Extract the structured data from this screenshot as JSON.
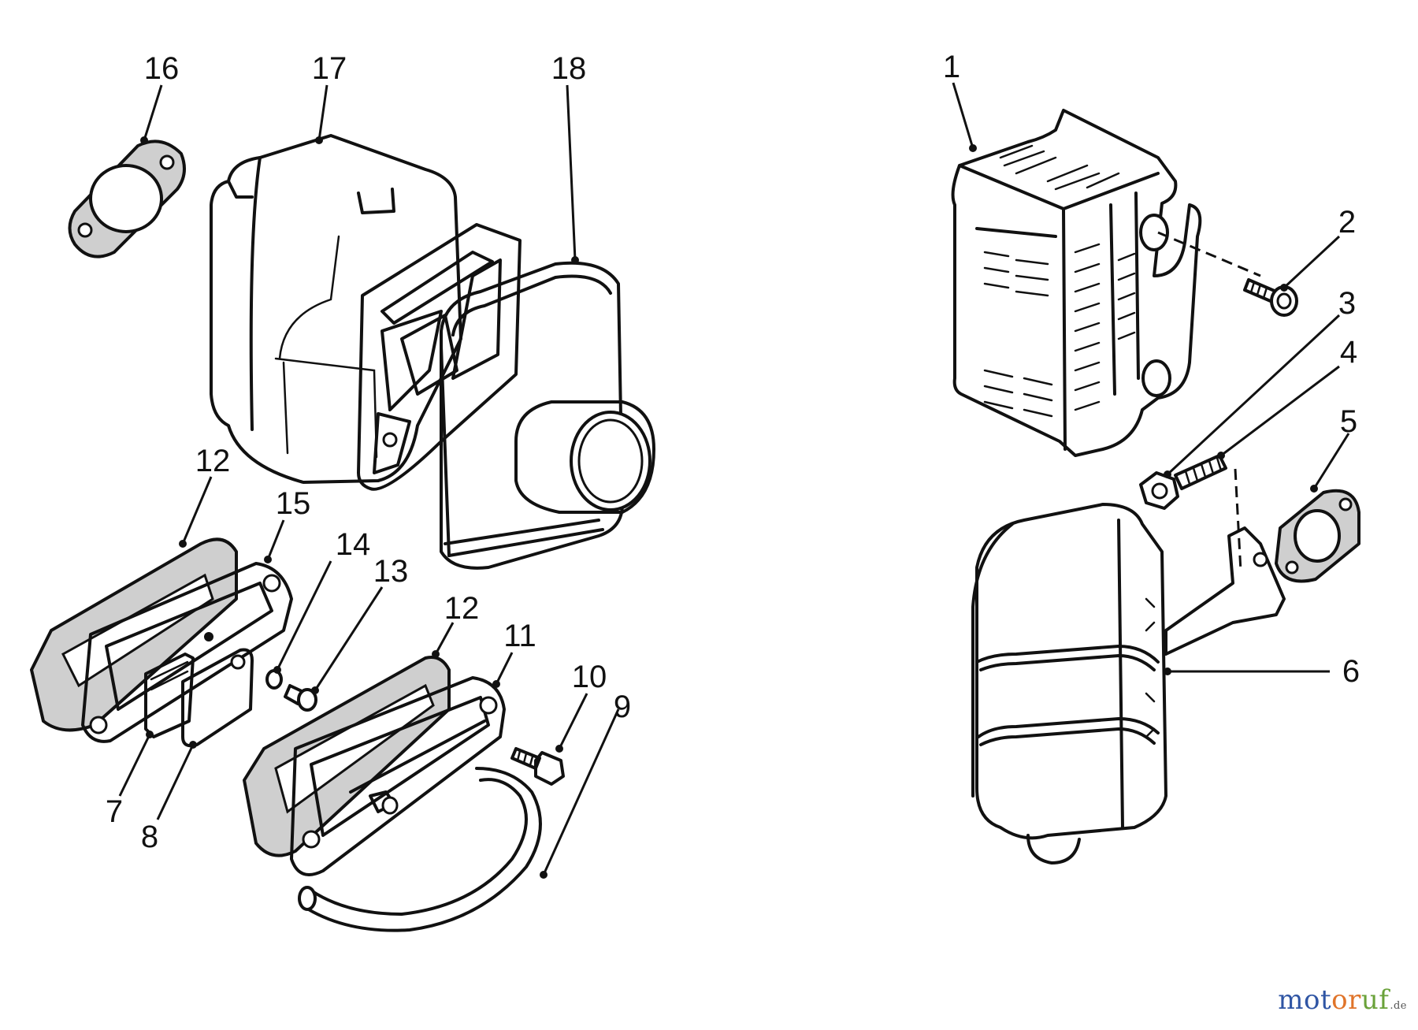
{
  "diagram": {
    "callouts": [
      {
        "id": "1",
        "label": "1"
      },
      {
        "id": "2",
        "label": "2"
      },
      {
        "id": "3",
        "label": "3"
      },
      {
        "id": "4",
        "label": "4"
      },
      {
        "id": "5",
        "label": "5"
      },
      {
        "id": "6",
        "label": "6"
      },
      {
        "id": "7",
        "label": "7"
      },
      {
        "id": "8",
        "label": "8"
      },
      {
        "id": "9",
        "label": "9"
      },
      {
        "id": "10",
        "label": "10"
      },
      {
        "id": "11",
        "label": "11"
      },
      {
        "id": "12a",
        "label": "12"
      },
      {
        "id": "12b",
        "label": "12"
      },
      {
        "id": "13",
        "label": "13"
      },
      {
        "id": "14",
        "label": "14"
      },
      {
        "id": "15",
        "label": "15"
      },
      {
        "id": "16",
        "label": "16"
      },
      {
        "id": "17",
        "label": "17"
      },
      {
        "id": "18",
        "label": "18"
      }
    ]
  },
  "watermark": {
    "part1": "mot",
    "part2": "or",
    "part3": "uf",
    "suffix": ".de"
  }
}
